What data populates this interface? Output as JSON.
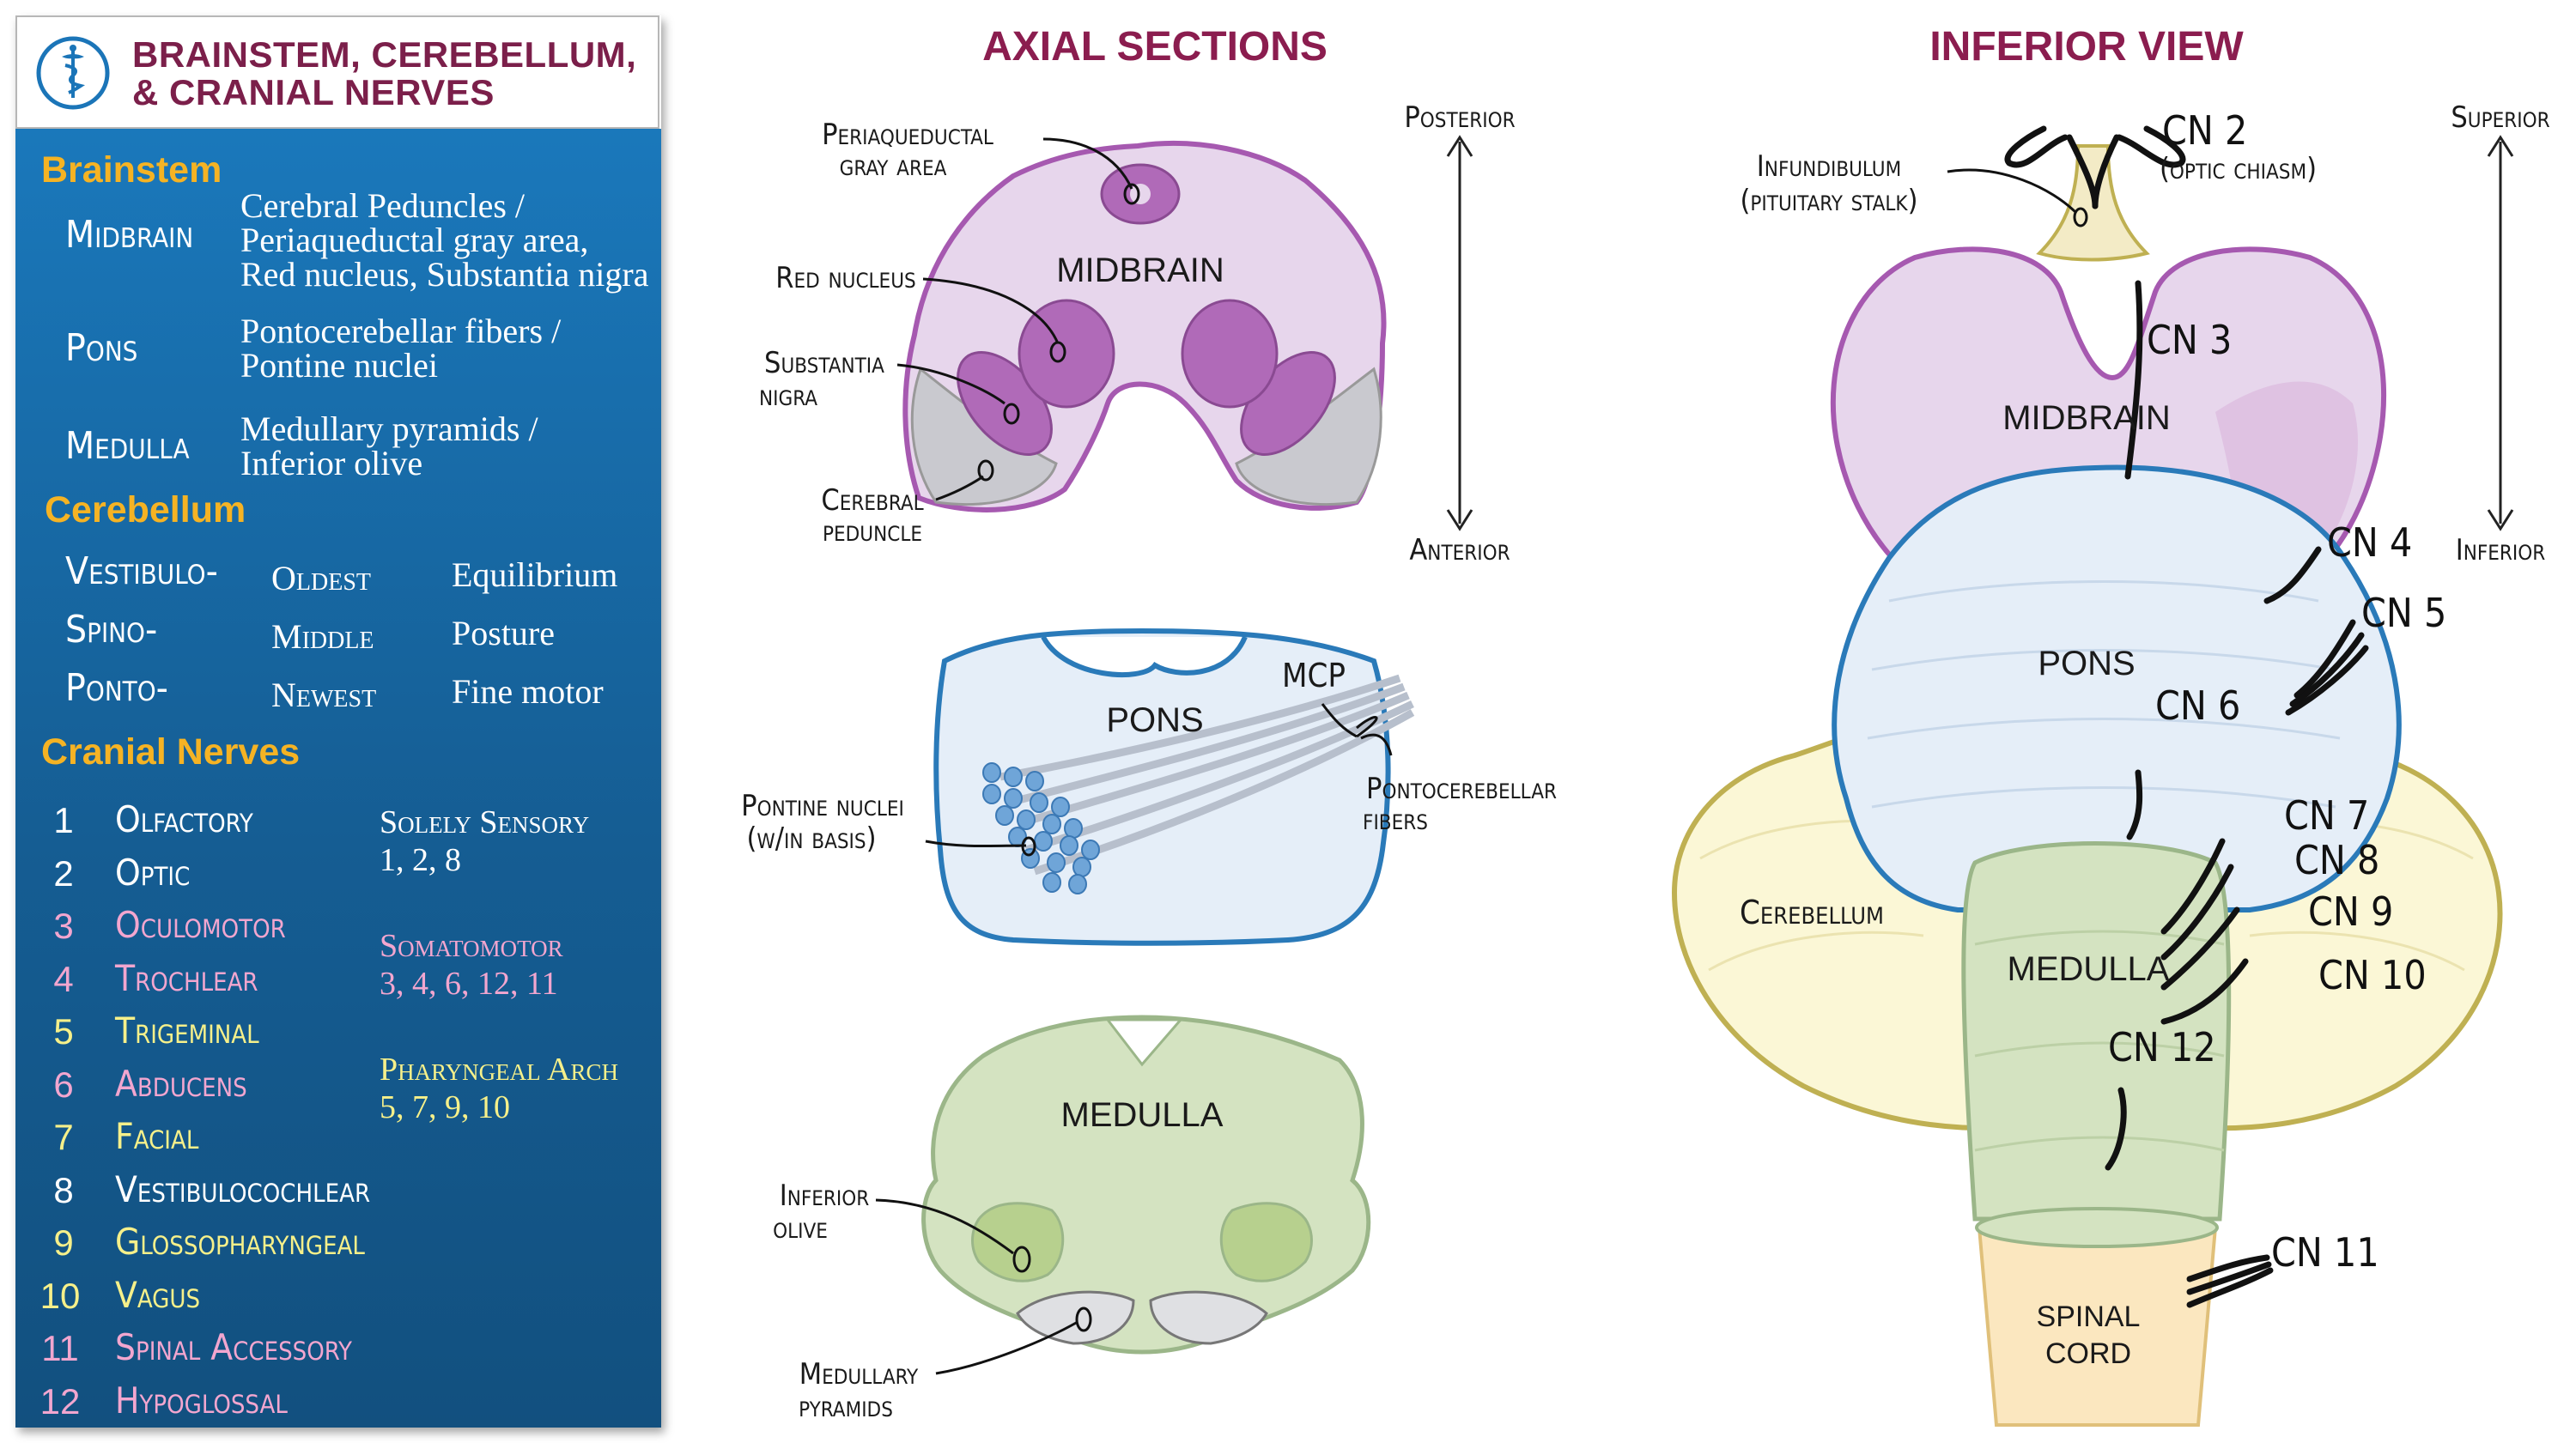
{
  "panel": {
    "title_line1": "BRAINSTEM, CEREBELLUM,",
    "title_line2": "& CRANIAL NERVES",
    "brainstem": {
      "title": "Brainstem",
      "rows": [
        {
          "name": "Midbrain",
          "lines": [
            "Cerebral Peduncles /",
            "Periaqueductal gray area,",
            "Red nucleus, Substantia nigra"
          ]
        },
        {
          "name": "Pons",
          "lines": [
            "Pontocerebellar fibers /",
            "Pontine nuclei"
          ]
        },
        {
          "name": "Medulla",
          "lines": [
            "Medullary pyramids /",
            "Inferior olive"
          ]
        }
      ]
    },
    "cerebellum": {
      "title": "Cerebellum",
      "rows": [
        {
          "name": "Vestibulo-",
          "age": "Oldest",
          "fn": "Equilibrium"
        },
        {
          "name": "Spino-",
          "age": "Middle",
          "fn": "Posture"
        },
        {
          "name": "Ponto-",
          "age": "Newest",
          "fn": "Fine motor"
        }
      ]
    },
    "cranial": {
      "title": "Cranial Nerves",
      "nerves": [
        {
          "n": "1",
          "name": "Olfactory",
          "color": "#ffffff"
        },
        {
          "n": "2",
          "name": "Optic",
          "color": "#ffffff"
        },
        {
          "n": "3",
          "name": "Oculomotor",
          "color": "#f2a6cf"
        },
        {
          "n": "4",
          "name": "Trochlear",
          "color": "#f2a6cf"
        },
        {
          "n": "5",
          "name": "Trigeminal",
          "color": "#f6f08a"
        },
        {
          "n": "6",
          "name": "Abducens",
          "color": "#f2a6cf"
        },
        {
          "n": "7",
          "name": "Facial",
          "color": "#f6f08a"
        },
        {
          "n": "8",
          "name": "Vestibulocochlear",
          "color": "#ffffff"
        },
        {
          "n": "9",
          "name": "Glossopharyngeal",
          "color": "#f6f08a"
        },
        {
          "n": "10",
          "name": "Vagus",
          "color": "#f6f08a"
        },
        {
          "n": "11",
          "name": "Spinal Accessory",
          "color": "#f2a6cf"
        },
        {
          "n": "12",
          "name": "Hypoglossal",
          "color": "#f2a6cf"
        }
      ],
      "modalities": [
        {
          "title": "Solely Sensory",
          "list": "1, 2, 8",
          "color": "#ffffff"
        },
        {
          "title": "Somatomotor",
          "list": "3, 4, 6, 12, 11",
          "color": "#f2a6cf"
        },
        {
          "title": "Pharyngeal Arch",
          "list": "5, 7, 9, 10",
          "color": "#f6f08a"
        }
      ]
    }
  },
  "axial": {
    "title": "AXIAL SECTIONS",
    "posterior": "Posterior",
    "anterior": "Anterior",
    "midbrain": {
      "name": "MIDBRAIN",
      "periaqueductal_1": "Periaqueductal",
      "periaqueductal_2": "gray area",
      "red_nucleus": "Red nucleus",
      "substantia_1": "Substantia",
      "substantia_2": "nigra",
      "cerebral_1": "Cerebral",
      "cerebral_2": "peduncle"
    },
    "pons": {
      "name": "PONS",
      "mcp": "MCP",
      "pontocerebellar_1": "Pontocerebellar",
      "pontocerebellar_2": "fibers",
      "pontine_1": "Pontine nuclei",
      "pontine_2": "(w/in basis)"
    },
    "medulla": {
      "name": "MEDULLA",
      "olive_1": "Inferior",
      "olive_2": "olive",
      "pyramids_1": "Medullary",
      "pyramids_2": "pyramids"
    }
  },
  "inferior": {
    "title": "INFERIOR VIEW",
    "superior": "Superior",
    "inferior": "Inferior",
    "infundibulum_1": "Infundibulum",
    "infundibulum_2": "(pituitary stalk)",
    "cn2": "CN 2",
    "cn2_sub": "(optic chiasm)",
    "cn3": "CN 3",
    "cn4": "CN 4",
    "cn5": "CN 5",
    "cn6": "CN 6",
    "cn7": "CN 7",
    "cn8": "CN 8",
    "cn9": "CN 9",
    "cn10": "CN 10",
    "cn11": "CN 11",
    "cn12": "CN 12",
    "midbrain": "MIDBRAIN",
    "pons": "PONS",
    "cerebellum": "Cerebellum",
    "medulla": "MEDULLA",
    "spinal_1": "SPINAL",
    "spinal_2": "CORD"
  },
  "colors": {
    "midbrain_fill": "#e7d6ec",
    "midbrain_stroke": "#a659b0",
    "nucleus_fill": "#b06ab8",
    "peduncle_fill": "#c9c9cf",
    "pons_fill": "#e5eef8",
    "pons_stroke": "#2a7ab9",
    "pontine_dot": "#6fa5d8",
    "medulla_fill": "#d4e3c1",
    "medulla_stroke": "#9bb689",
    "cerebellum_fill": "#fbf7d6",
    "cerebellum_stroke": "#bfb052",
    "spinal_fill": "#fbe7bf",
    "title_color": "#8b1d4f",
    "panel_blue": "#1668a6",
    "accent_gold": "#f5b324"
  }
}
